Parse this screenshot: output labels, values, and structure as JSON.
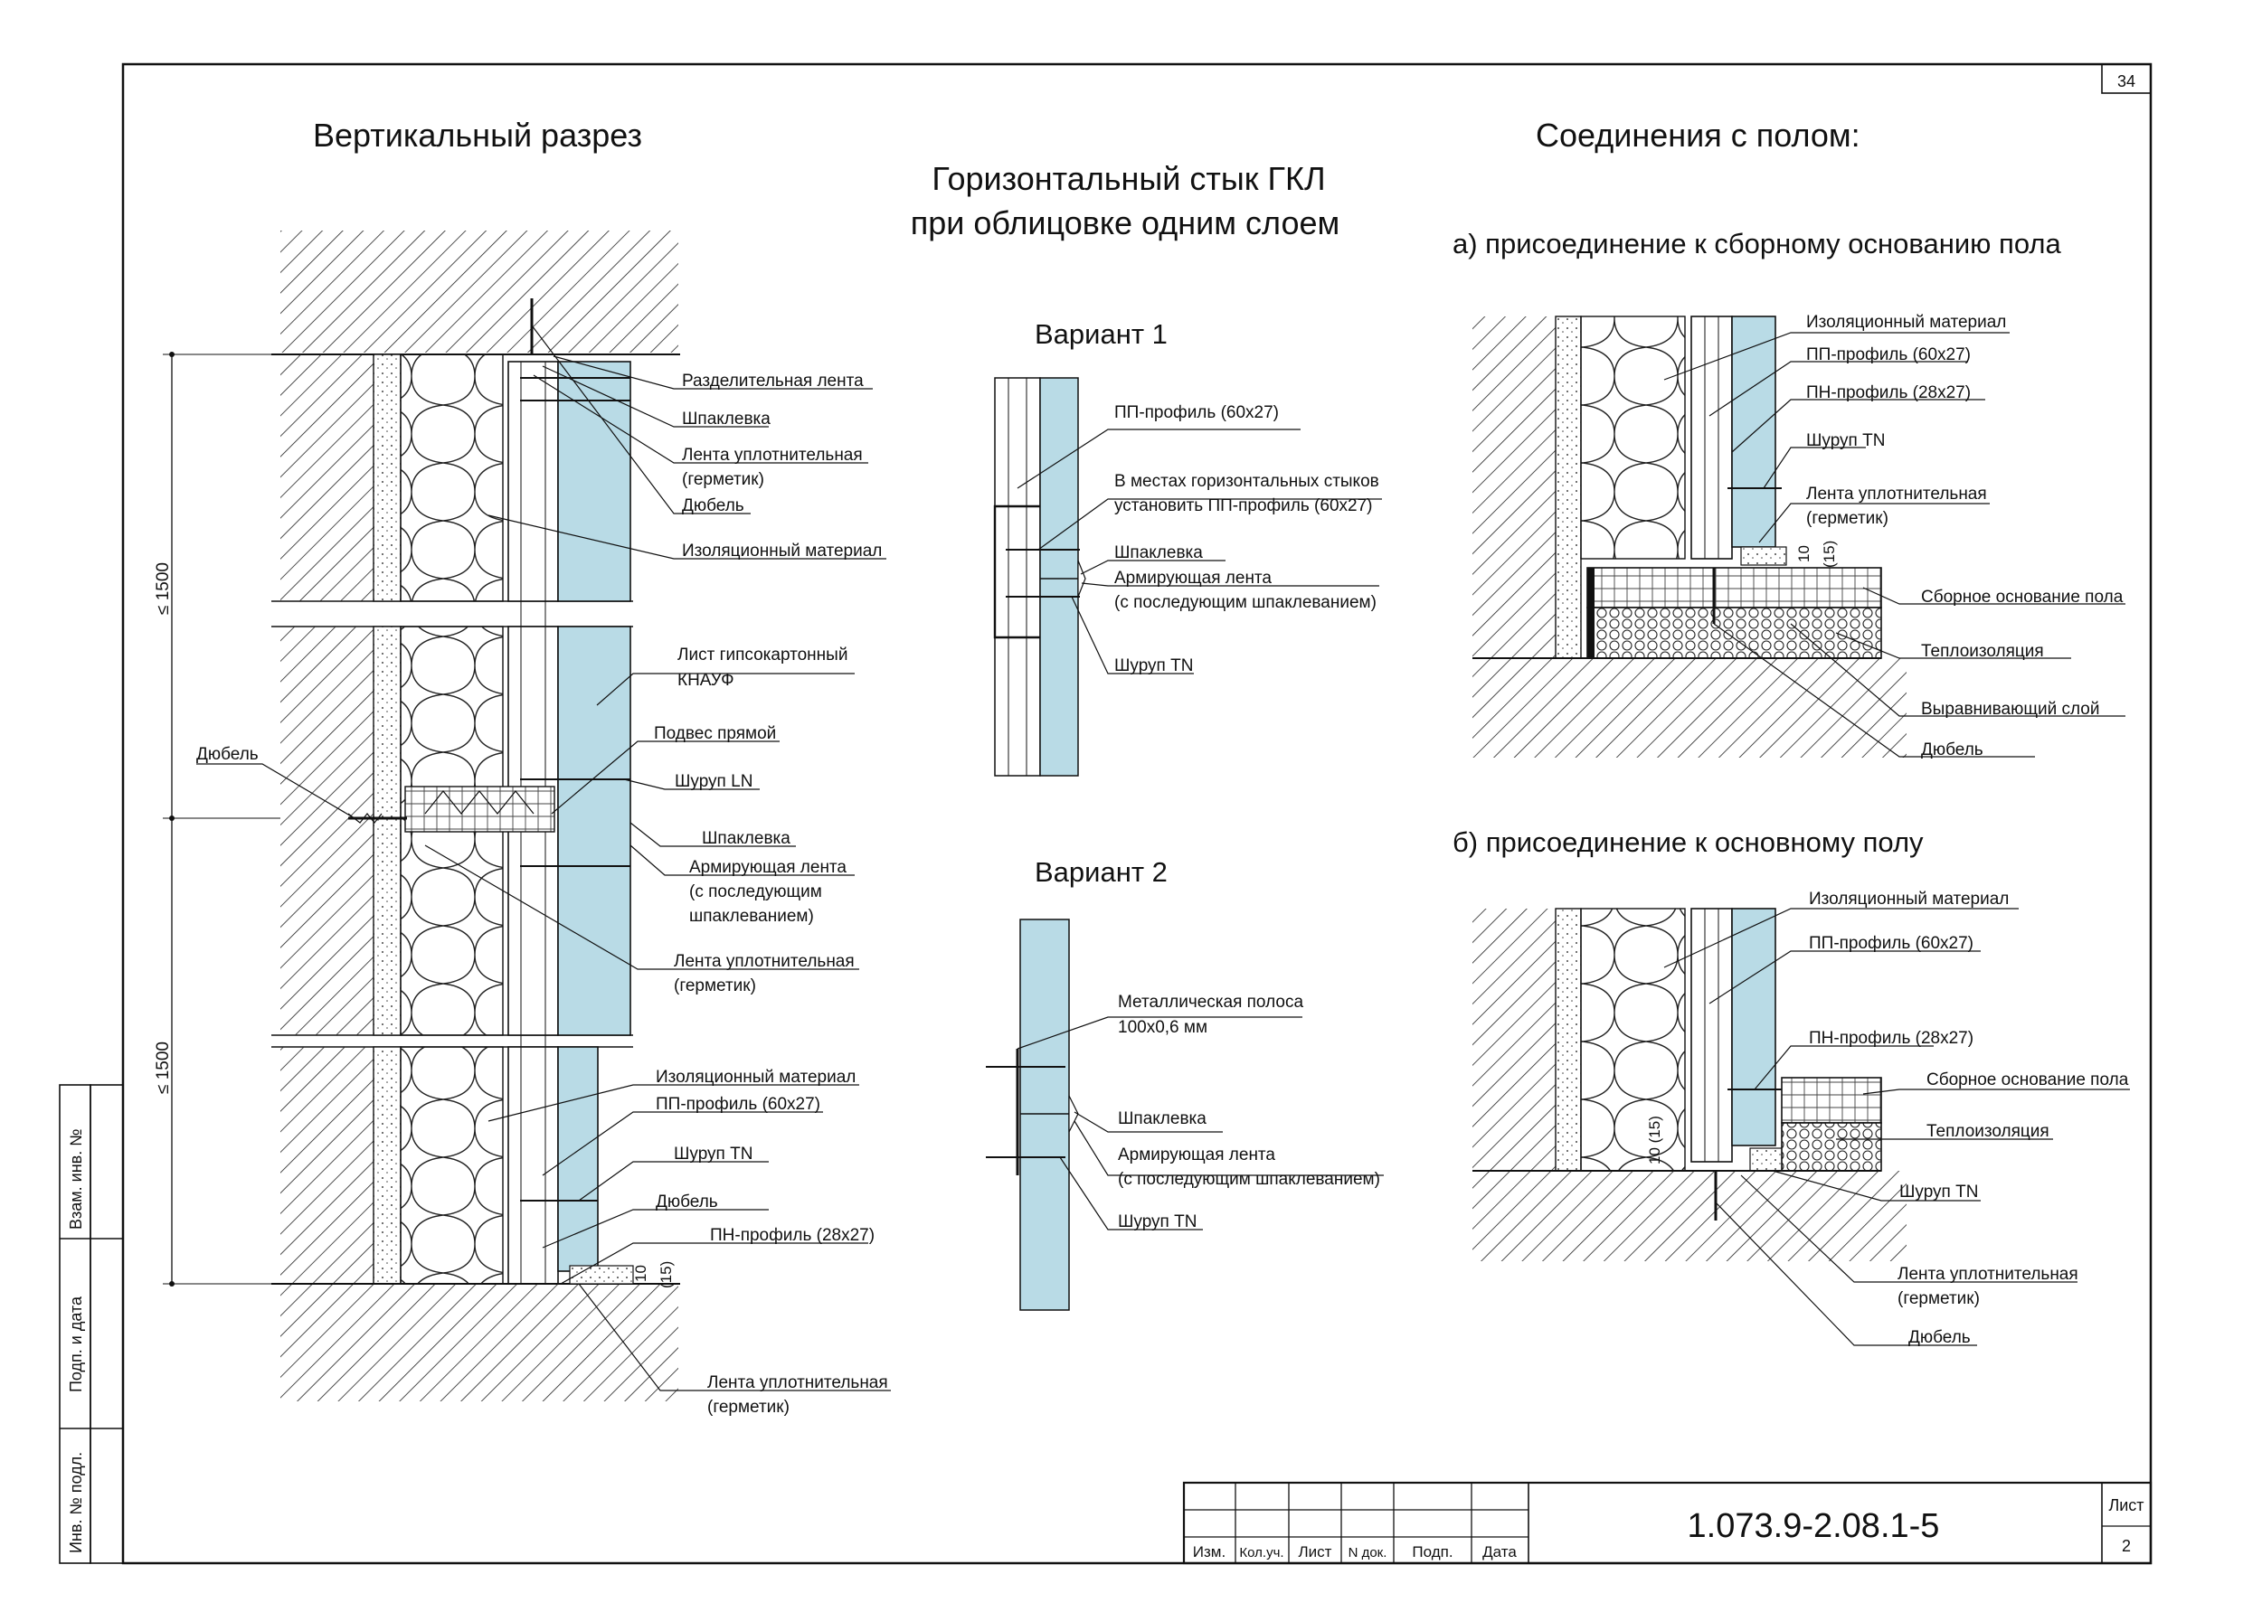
{
  "sheet": {
    "page_number": "34",
    "document_code": "1.073.9-2.08.1-5",
    "list_label": "Лист",
    "list_number": "2"
  },
  "titles": {
    "vertical_section": "Вертикальный разрез",
    "joint_line1": "Горизонтальный стык ГКЛ",
    "joint_line2": "при облицовке одним слоем",
    "floor_connections": "Соединения с полом:",
    "variant1": "Вариант 1",
    "variant2": "Вариант 2",
    "connection_a": "а) присоединение к сборному основанию пола",
    "connection_b": "б) присоединение к основному полу"
  },
  "side_stamp": [
    "Взам. инв. №",
    "Подп. и дата",
    "Инв. № подл."
  ],
  "stamp_columns": [
    "Изм.",
    "Кол.уч.",
    "Лист",
    "N док.",
    "Подп.",
    "Дата"
  ],
  "dims": {
    "max1500": "≤ 1500",
    "d10": "10",
    "d15": "(15)",
    "d10_15": "10 (15)"
  },
  "labels": {
    "vertical": {
      "separating_tape": "Разделительная лента",
      "putty_top": "Шпаклевка",
      "sealing_tape_top_l1": "Лента уплотнительная",
      "sealing_tape_top_l2": "(герметик)",
      "dowel_top": "Дюбель",
      "insulation_top": "Изоляционный материал",
      "gkl_l1": "Лист гипсокартонный",
      "gkl_l2": "КНАУФ",
      "hanger": "Подвес прямой",
      "dowel_left": "Дюбель",
      "screw_ln": "Шуруп LN",
      "putty_mid": "Шпаклевка",
      "reinf_l1": "Армирующая лента",
      "reinf_l2": "(с последующим",
      "reinf_l3": "шпаклеванием)",
      "sealing_mid_l1": "Лента уплотнительная",
      "sealing_mid_l2": "(герметик)",
      "insulation_bottom": "Изоляционный материал",
      "pp_profile": "ПП-профиль (60х27)",
      "screw_tn": "Шуруп TN",
      "dowel_bottom": "Дюбель",
      "pn_profile": "ПН-профиль (28х27)",
      "sealing_bottom_l1": "Лента уплотнительная",
      "sealing_bottom_l2": "(герметик)"
    },
    "variant1": {
      "pp_profile": "ПП-профиль (60х27)",
      "note_l1": "В местах горизонтальных стыков",
      "note_l2": "установить ПП-профиль (60х27)",
      "putty": "Шпаклевка",
      "reinf_l1": "Армирующая лента",
      "reinf_l2": "(с последующим шпаклеванием)",
      "screw_tn": "Шуруп TN"
    },
    "variant2": {
      "strip_l1": "Металлическая полоса",
      "strip_l2": "100х0,6 мм",
      "putty": "Шпаклевка",
      "reinf_l1": "Армирующая лента",
      "reinf_l2": "(с последующим шпаклеванием)",
      "screw_tn": "Шуруп TN"
    },
    "connection_a": {
      "insulation": "Изоляционный материал",
      "pp_profile": "ПП-профиль (60х27)",
      "pn_profile": "ПН-профиль (28х27)",
      "screw_tn": "Шуруп TN",
      "sealing_l1": "Лента уплотнительная",
      "sealing_l2": "(герметик)",
      "prefab_base": "Сборное основание пола",
      "thermal": "Теплоизоляция",
      "leveling": "Выравнивающий слой",
      "dowel": "Дюбель"
    },
    "connection_b": {
      "insulation": "Изоляционный материал",
      "pp_profile": "ПП-профиль (60х27)",
      "pn_profile": "ПН-профиль (28х27)",
      "prefab_base": "Сборное основание пола",
      "thermal": "Теплоизоляция",
      "screw_tn": "Шуруп TN",
      "sealing_l1": "Лента уплотнительная",
      "sealing_l2": "(герметик)",
      "dowel": "Дюбель"
    }
  },
  "colors": {
    "board": "#b9dbe6",
    "line": "#111111"
  }
}
